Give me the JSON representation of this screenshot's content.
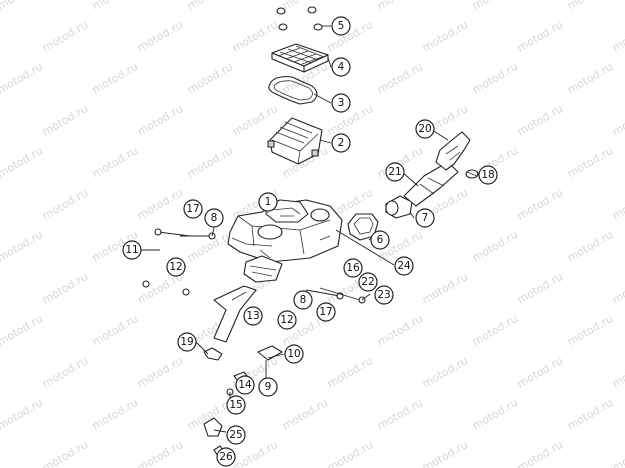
{
  "watermark": "motod.ru",
  "callouts": [
    {
      "label": "1"
    },
    {
      "label": "2"
    },
    {
      "label": "3"
    },
    {
      "label": "4"
    },
    {
      "label": "5"
    },
    {
      "label": "6"
    },
    {
      "label": "7"
    },
    {
      "label": "8"
    },
    {
      "label": "8"
    },
    {
      "label": "9"
    },
    {
      "label": "10"
    },
    {
      "label": "11"
    },
    {
      "label": "12"
    },
    {
      "label": "12"
    },
    {
      "label": "13"
    },
    {
      "label": "14"
    },
    {
      "label": "15"
    },
    {
      "label": "16"
    },
    {
      "label": "17"
    },
    {
      "label": "17"
    },
    {
      "label": "18"
    },
    {
      "label": "19"
    },
    {
      "label": "20"
    },
    {
      "label": "21"
    },
    {
      "label": "22"
    },
    {
      "label": "23"
    },
    {
      "label": "24"
    },
    {
      "label": "25"
    },
    {
      "label": "26"
    }
  ],
  "colors": {
    "line": "#222222",
    "watermark": "#d7d7d7",
    "background": "#ffffff"
  }
}
